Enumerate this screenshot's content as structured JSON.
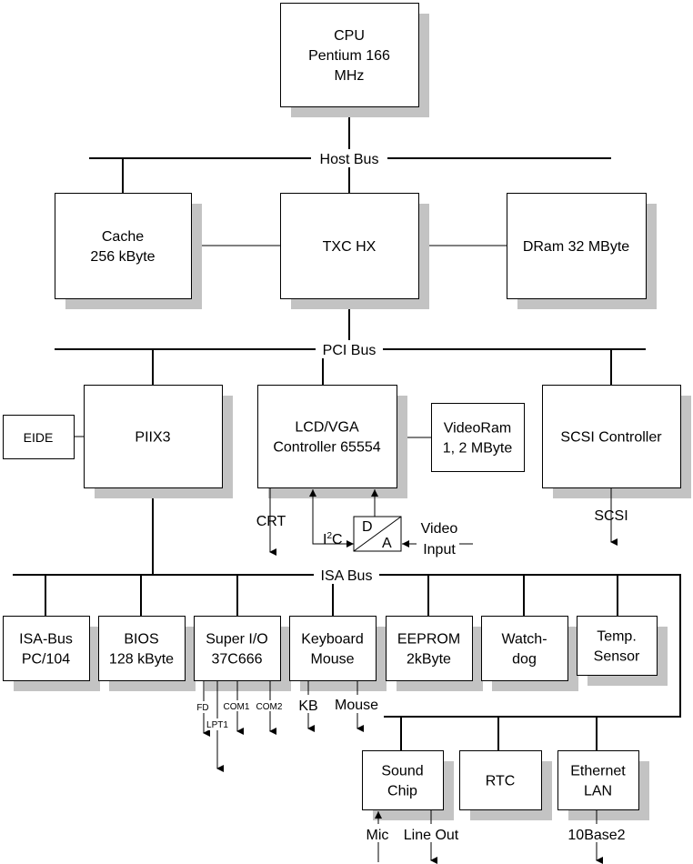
{
  "blocks": {
    "cpu": [
      "CPU",
      "Pentium 166",
      "MHz"
    ],
    "cache": [
      "Cache",
      "256 kByte"
    ],
    "txc": [
      "TXC HX"
    ],
    "dram": [
      "DRam 32 MByte"
    ],
    "piix3": [
      "PIIX3"
    ],
    "eide": [
      "EIDE"
    ],
    "lcd": [
      "LCD/VGA",
      "Controller 65554"
    ],
    "videoram": [
      "VideoRam",
      "1, 2 MByte"
    ],
    "scsi_ctrl": [
      "SCSI Controller"
    ],
    "isa_pc104": [
      "ISA-Bus",
      "PC/104"
    ],
    "bios": [
      "BIOS",
      "128 kByte"
    ],
    "superio": [
      "Super I/O",
      "37C666"
    ],
    "keyboard": [
      "Keyboard",
      "Mouse"
    ],
    "eeprom": [
      "EEPROM",
      "2kByte"
    ],
    "watchdog": [
      "Watch-",
      "dog"
    ],
    "temp": [
      "Temp.",
      "Sensor"
    ],
    "sound": [
      "Sound",
      "Chip"
    ],
    "rtc": [
      "RTC"
    ],
    "ethernet": [
      "Ethernet",
      "LAN"
    ],
    "da": [
      "D",
      "A"
    ]
  },
  "buses": {
    "host": "Host Bus",
    "pci": "PCI Bus",
    "isa": "ISA Bus"
  },
  "signals": {
    "crt": "CRT",
    "i2c_i": "I",
    "i2c_sup": "2",
    "i2c_c": "C",
    "video_input": [
      "Video",
      "Input"
    ],
    "scsi": "SCSI",
    "fd": "FD",
    "lpt1": "LPT1",
    "com1": "COM1",
    "com2": "COM2",
    "kb": "KB",
    "mouse": "Mouse",
    "mic": "Mic",
    "line_out": "Line Out",
    "base2": "10Base2"
  }
}
